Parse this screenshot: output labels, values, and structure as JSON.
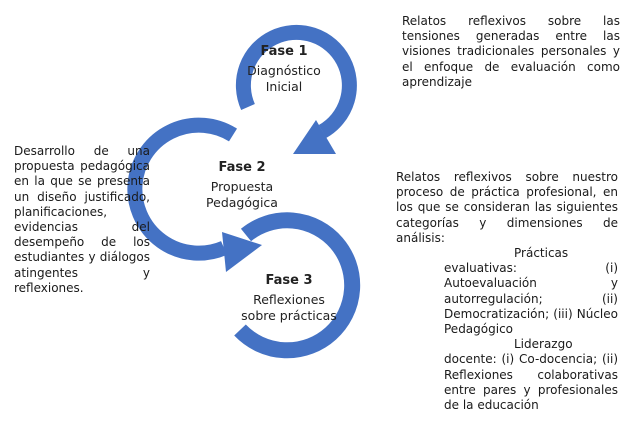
{
  "colors": {
    "ring": "#4472c4",
    "text": "#1a1a1a"
  },
  "phases": [
    {
      "title": "Fase 1",
      "desc_line1": "Diagnóstico",
      "desc_line2": "Inicial"
    },
    {
      "title": "Fase 2",
      "desc_line1": "Propuesta",
      "desc_line2": "Pedagógica"
    },
    {
      "title": "Fase 3",
      "desc_line1": "Reflexiones",
      "desc_line2": "sobre prácticas"
    }
  ],
  "notes": {
    "right_top": "Relatos reflexivos sobre las tensiones generadas entre las visiones tradicionales personales y el enfoque de evaluación como aprendizaje",
    "left": "Desarrollo de una propuesta pedagógica en la que se presenta un diseño justificado, planificaciones, evidencias del desempeño de los estudiantes y diálogos atingentes y reflexiones.",
    "right_bottom_intro": "Relatos reflexivos sobre nuestro proceso de práctica profesional, en los que se consideran las siguientes categorías y dimensiones de análisis:",
    "right_bottom_items": [
      "Prácticas evaluativas: (i) Autoevaluación y autorregulación; (ii) Democratización; (iii) Núcleo Pedagógico",
      "Liderazgo docente: (i) Co-docencia; (ii) Reflexiones colaborativas entre pares y profesionales de la educación"
    ]
  }
}
